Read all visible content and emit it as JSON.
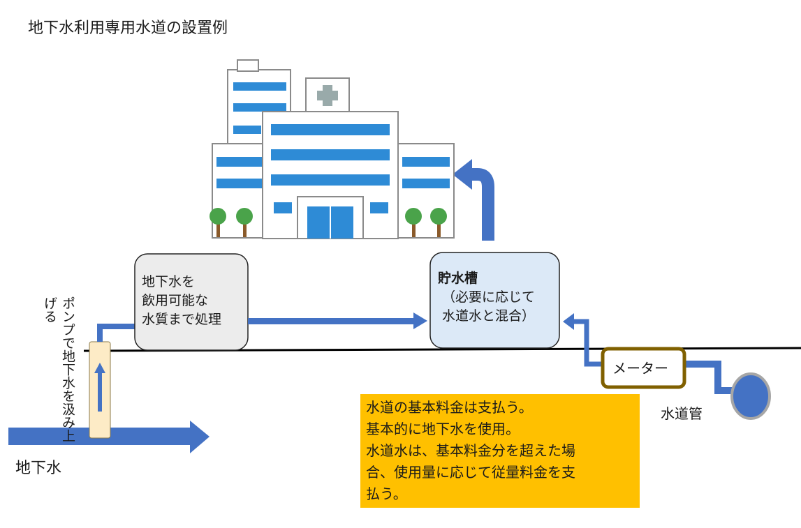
{
  "title": "地下水利用専用水道の設置例",
  "labels": {
    "treatment": [
      "地下水を",
      "飲用可能な",
      "水質まで処理"
    ],
    "tank_title": "貯水槽",
    "tank_note": [
      "（必要に応じて",
      "水道水と混合）"
    ],
    "pump": "ポンプで地下水を汲み上げる",
    "groundwater": "地下水",
    "meter": "メーター",
    "water_pipe": "水道管"
  },
  "note": {
    "lines": [
      "水道の基本料金は支払う。",
      "基本的に地下水を使用。",
      "水道水は、基本料金分を超えた場",
      "合、使用量に応じて従量料金を支",
      "払う。"
    ]
  },
  "icons": {
    "building": "hospital-icon",
    "cross": "medical-cross-icon"
  },
  "colors": {
    "flow": "#4472c4",
    "building_window": "#2e8bd6",
    "tank_fill": "#dce9f7",
    "treatment_fill": "#ececec",
    "meter_border": "#806000",
    "note_bg": "#ffc000",
    "tree_green": "#4aa34a"
  }
}
